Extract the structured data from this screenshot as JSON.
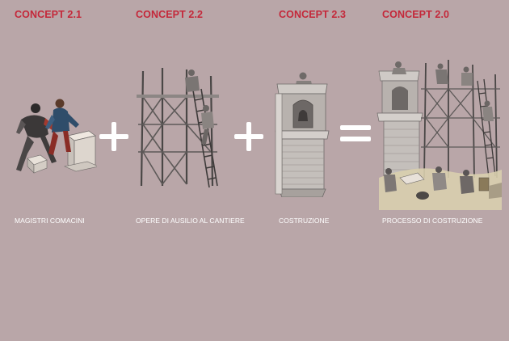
{
  "concepts": [
    {
      "heading": "CONCEPT 2.1",
      "caption": "MAGISTRI COMACINI",
      "illustration": "masons-figures"
    },
    {
      "heading": "CONCEPT 2.2",
      "caption": "OPERE DI AUSILIO AL CANTIERE",
      "illustration": "scaffolding"
    },
    {
      "heading": "CONCEPT 2.3",
      "caption": "COSTRUZIONE",
      "illustration": "bell-tower"
    },
    {
      "heading": "CONCEPT 2.0",
      "caption": "PROCESSO DI COSTRUZIONE",
      "illustration": "construction-scene"
    }
  ],
  "operators": [
    "plus",
    "plus",
    "equals"
  ],
  "colors": {
    "background": "#b9a6a8",
    "heading": "#c4283a",
    "caption": "#ffffff",
    "operator": "#ffffff"
  }
}
